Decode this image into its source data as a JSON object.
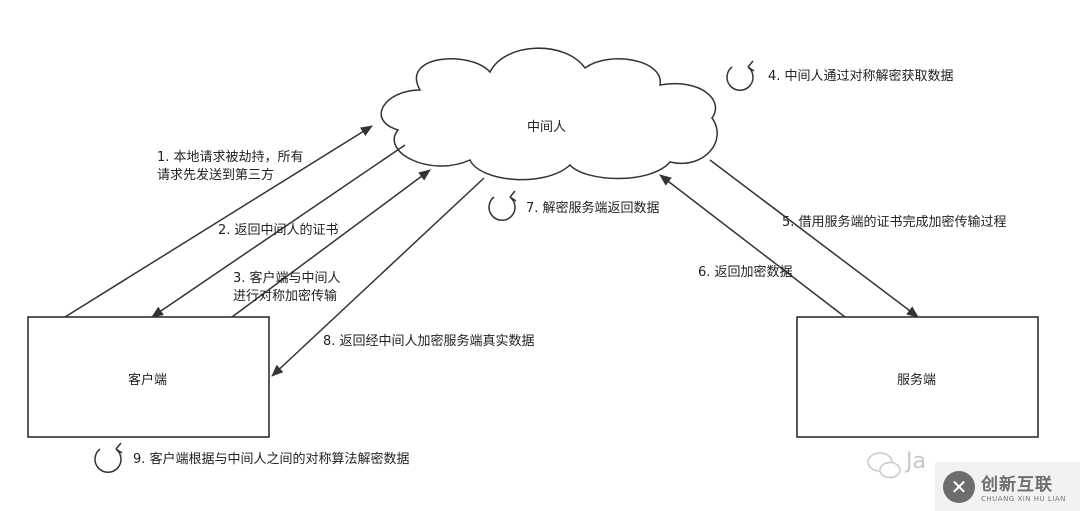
{
  "nodes": {
    "cloud": "中间人",
    "client": "客户端",
    "server": "服务端"
  },
  "steps": {
    "s1_line1": "1. 本地请求被劫持，所有",
    "s1_line2": "请求先发送到第三方",
    "s2": "2. 返回中间人的证书",
    "s3_line1": "3. 客户端与中间人",
    "s3_line2": "进行对称加密传输",
    "s4": "4. 中间人通过对称解密获取数据",
    "s5": "5. 借用服务端的证书完成加密传输过程",
    "s6": "6. 返回加密数据",
    "s7": "7. 解密服务端返回数据",
    "s8": "8. 返回经中间人加密服务端真实数据",
    "s9": "9. 客户端根据与中间人之间的对称算法解密数据"
  },
  "watermark": {
    "text": "Ja",
    "logo_cn": "创新互联",
    "logo_en": "CHUANG XIN HU LIAN"
  },
  "colors": {
    "line": "#333333",
    "box_border": "#222222"
  }
}
